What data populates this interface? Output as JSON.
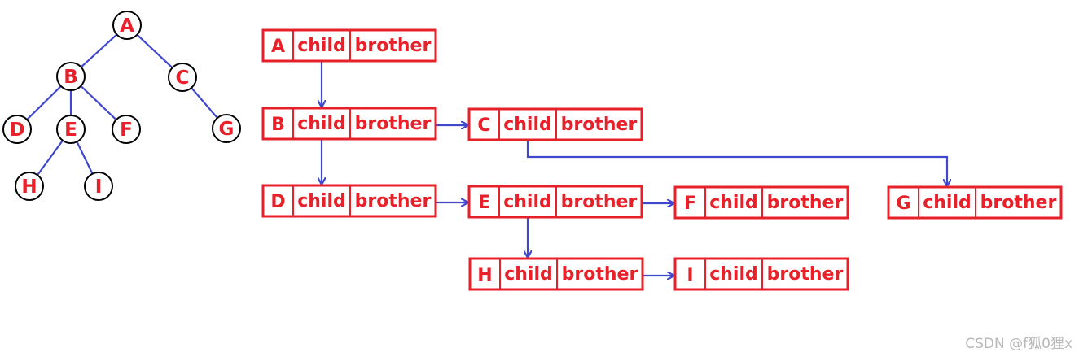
{
  "tree": {
    "nodes": [
      "A",
      "B",
      "C",
      "D",
      "E",
      "F",
      "G",
      "H",
      "I"
    ],
    "edges": [
      [
        "A",
        "B"
      ],
      [
        "A",
        "C"
      ],
      [
        "B",
        "D"
      ],
      [
        "B",
        "E"
      ],
      [
        "B",
        "F"
      ],
      [
        "C",
        "G"
      ],
      [
        "E",
        "H"
      ],
      [
        "E",
        "I"
      ]
    ]
  },
  "child_brother_table": {
    "child_label": "child",
    "brother_label": "brother",
    "records": [
      {
        "name": "A",
        "child": "B",
        "brother": null
      },
      {
        "name": "B",
        "child": "D",
        "brother": "C"
      },
      {
        "name": "C",
        "child": "G",
        "brother": null
      },
      {
        "name": "D",
        "child": null,
        "brother": "E"
      },
      {
        "name": "E",
        "child": "H",
        "brother": "F"
      },
      {
        "name": "F",
        "child": null,
        "brother": null
      },
      {
        "name": "G",
        "child": null,
        "brother": null
      },
      {
        "name": "H",
        "child": null,
        "brother": "I"
      },
      {
        "name": "I",
        "child": null,
        "brother": null
      }
    ]
  },
  "colors": {
    "node_text": "#e8202a",
    "node_border": "#000000",
    "box_border": "#e8202a",
    "edge": "#3f48cc"
  },
  "watermark": "CSDN @f狐0狸x"
}
